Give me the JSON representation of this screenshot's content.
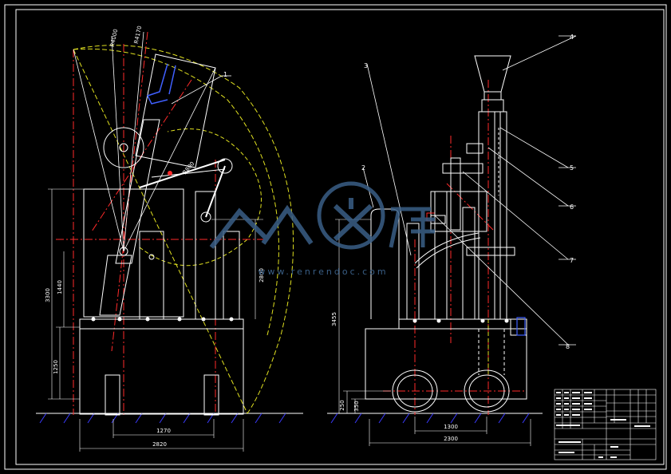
{
  "drawing": {
    "part_callouts": [
      "1",
      "2",
      "3",
      "4",
      "5",
      "6",
      "7",
      "8"
    ],
    "side_view": {
      "dim_total_width": "2820",
      "dim_wheel_base": "1270",
      "dim_height_overall": "3300",
      "dim_height_mid": "1440",
      "dim_height_low": "1250",
      "dim_arm": "2800",
      "dim_radius_a": "R4000",
      "dim_radius_b": "R4170",
      "dim_link": "R800"
    },
    "front_view": {
      "dim_total_width": "2300",
      "dim_track": "1300",
      "dim_height": "3455",
      "dim_wheel_h": "250",
      "dim_wheel_r": "350"
    }
  },
  "watermark": {
    "logo_text": "人人文库",
    "url_text": "www.renrendoc.com"
  },
  "colors": {
    "background": "#000000",
    "line": "#ffffff",
    "center_line": "#ff2a2a",
    "arc": "#e0e020",
    "ground_hatch": "#3a3aff",
    "watermark": "#3a5f86"
  }
}
